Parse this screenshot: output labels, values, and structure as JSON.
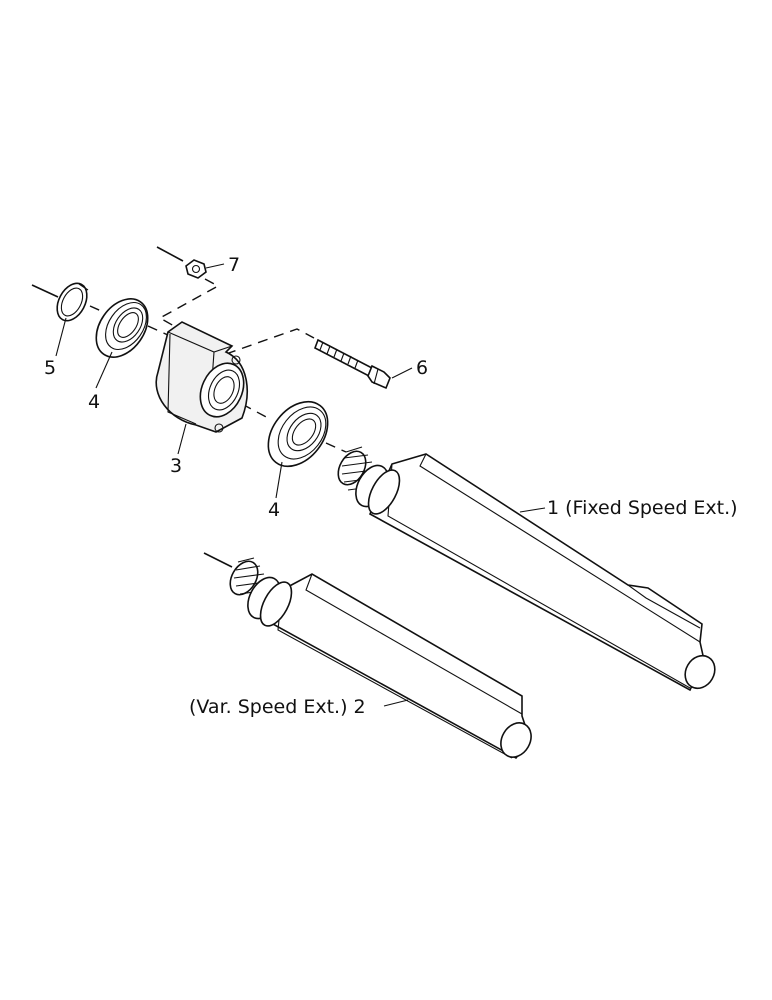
{
  "callouts": {
    "item1": "1 (Fixed Speed Ext.)",
    "item2": "(Var. Speed Ext.) 2",
    "item3": "3",
    "item4a": "4",
    "item4b": "4",
    "item5": "5",
    "item6": "6",
    "item7": "7"
  }
}
